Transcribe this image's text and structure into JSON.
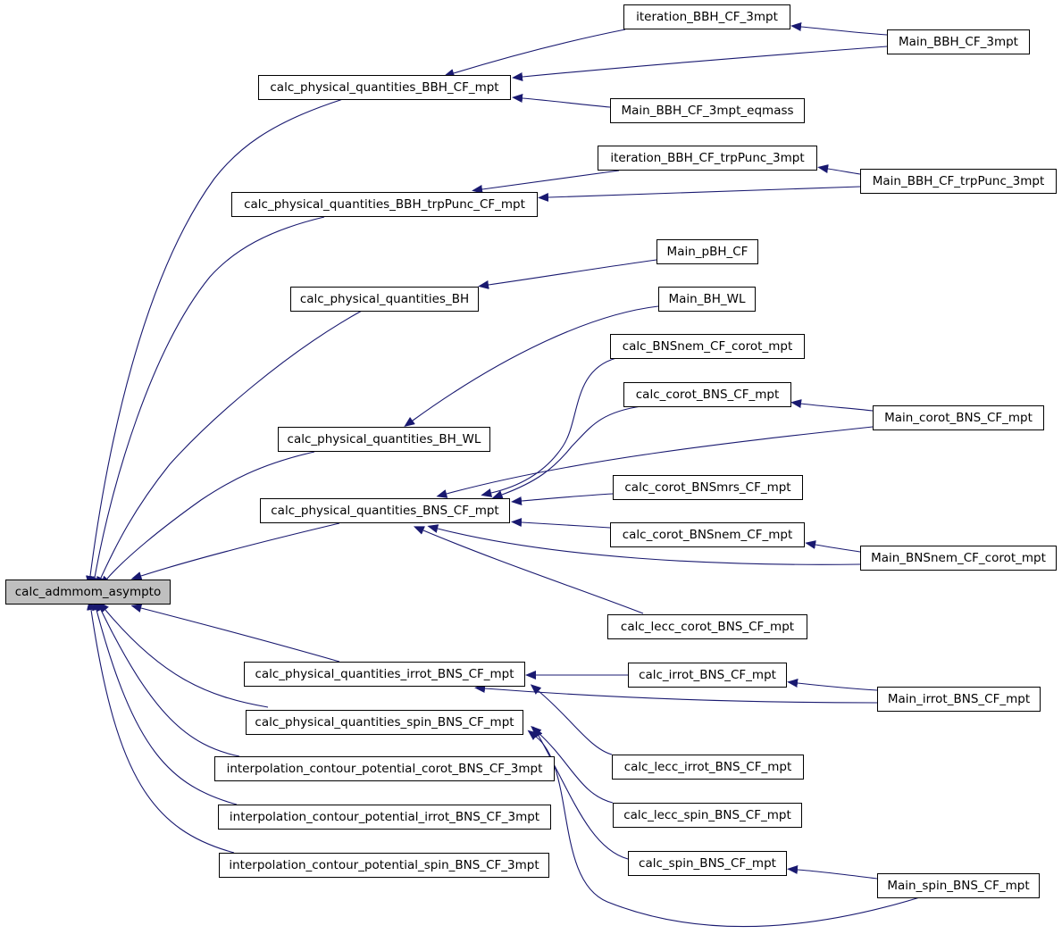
{
  "graph": {
    "root": "calc_admmom_asympto",
    "edge_color": "#191970",
    "root_fill": "#bfbfbf",
    "nodes": {
      "root": "calc_admmom_asympto",
      "bbh_cf": "calc_physical_quantities_BBH_CF_mpt",
      "bbh_trp": "calc_physical_quantities_BBH_trpPunc_CF_mpt",
      "bh": "calc_physical_quantities_BH",
      "bh_wl": "calc_physical_quantities_BH_WL",
      "bns": "calc_physical_quantities_BNS_CF_mpt",
      "irrot": "calc_physical_quantities_irrot_BNS_CF_mpt",
      "spin": "calc_physical_quantities_spin_BNS_CF_mpt",
      "interp_corot": "interpolation_contour_potential_corot_BNS_CF_3mpt",
      "interp_irrot": "interpolation_contour_potential_irrot_BNS_CF_3mpt",
      "interp_spin": "interpolation_contour_potential_spin_BNS_CF_3mpt",
      "iter_bbh": "iteration_BBH_CF_3mpt",
      "main_bbh": "Main_BBH_CF_3mpt",
      "main_bbh_eq": "Main_BBH_CF_3mpt_eqmass",
      "iter_trp": "iteration_BBH_CF_trpPunc_3mpt",
      "main_trp": "Main_BBH_CF_trpPunc_3mpt",
      "main_pbh": "Main_pBH_CF",
      "main_bhwl": "Main_BH_WL",
      "bnsnem_corot": "calc_BNSnem_CF_corot_mpt",
      "corot_bns": "calc_corot_BNS_CF_mpt",
      "main_corot": "Main_corot_BNS_CF_mpt",
      "corot_mrs": "calc_corot_BNSmrs_CF_mpt",
      "corot_nem": "calc_corot_BNSnem_CF_mpt",
      "main_bnsnem": "Main_BNSnem_CF_corot_mpt",
      "lecc_corot": "calc_lecc_corot_BNS_CF_mpt",
      "irrot_bns": "calc_irrot_BNS_CF_mpt",
      "main_irrot": "Main_irrot_BNS_CF_mpt",
      "lecc_irrot": "calc_lecc_irrot_BNS_CF_mpt",
      "lecc_spin": "calc_lecc_spin_BNS_CF_mpt",
      "spin_bns": "calc_spin_BNS_CF_mpt",
      "main_spin": "Main_spin_BNS_CF_mpt"
    }
  }
}
